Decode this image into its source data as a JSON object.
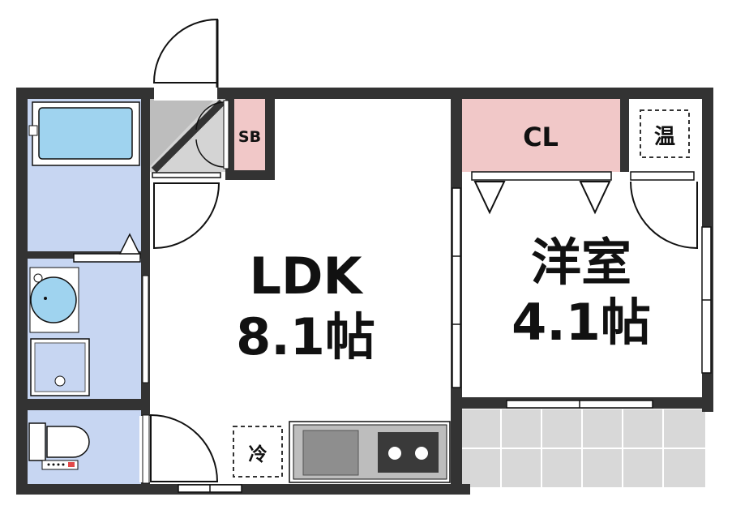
{
  "rooms": {
    "ldk": {
      "name": "LDK",
      "size": "8.1帖"
    },
    "western": {
      "name": "洋室",
      "size": "4.1帖"
    }
  },
  "storage": {
    "closet": "CL",
    "shoe_box": "SB"
  },
  "appliances": {
    "fridge": "冷",
    "water_heater": "温"
  },
  "colors": {
    "wall": "#333333",
    "wet_area": "#c7d6f2",
    "storage": "#f1c8c8",
    "balcony": "#d8d8d8",
    "entrance": "#d4d4d4",
    "bathtub": "#9fd3ef",
    "counter": "#bdbdbd",
    "stove": "#3a3a3a"
  }
}
